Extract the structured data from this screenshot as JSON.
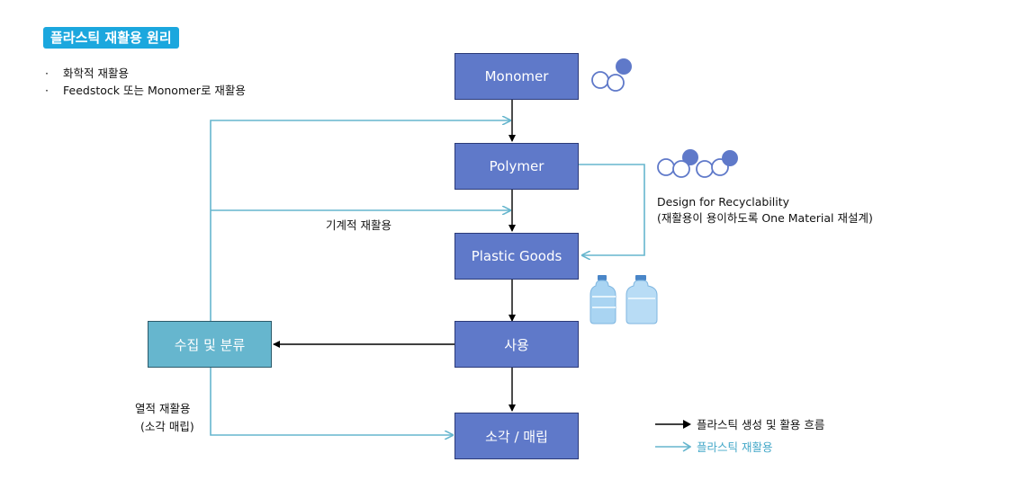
{
  "title": "플라스틱 재활용 원리",
  "bullets": [
    "화학적 재활용",
    "Feedstock 또는 Monomer로 재활용"
  ],
  "bullet_marker": "·",
  "boxes": {
    "monomer": "Monomer",
    "polymer": "Polymer",
    "plastic_goods": "Plastic Goods",
    "use": "사용",
    "collect": "수집 및 분류",
    "incinerate": "소각 / 매립"
  },
  "labels": {
    "mechanical": "기계적 재활용",
    "thermal_line1": "열적 재활용",
    "thermal_line2": "(소각 매립)",
    "design_line1": "Design for Recyclability",
    "design_line2": "(재활용이 용이하도록 One Material 재설계)"
  },
  "legend": {
    "flow": "플라스틱 생성 및 활용 흐름",
    "recycle": "플라스틱 재활용"
  },
  "colors": {
    "title_bg": "#1ba7de",
    "flow_box": "#5f79c9",
    "collect_box": "#66b6ce",
    "recycle_line": "#66b6ce",
    "flow_line": "#000000",
    "molecule_fill": "#5f79c9"
  },
  "icons": [
    "monomer-molecule-icon",
    "polymer-chain-icon",
    "water-bottle-icon"
  ]
}
